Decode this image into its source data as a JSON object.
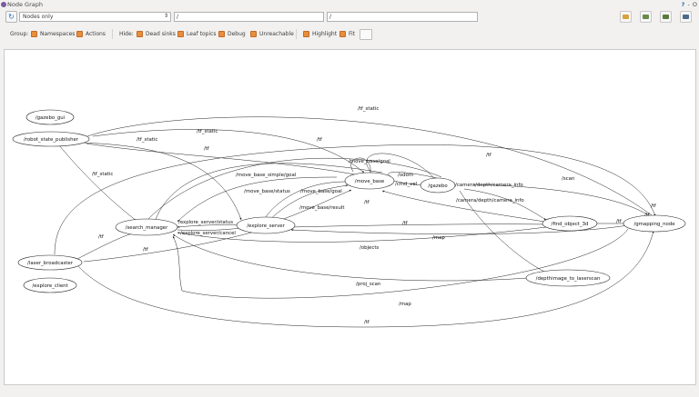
{
  "window": {
    "title": "Node Graph",
    "tb_q": "?",
    "tb_min": "-",
    "tb_close": "O"
  },
  "toolbar": {
    "graph_mode": "Nodes only",
    "ns_filter": "/",
    "topic_filter": "/"
  },
  "options": {
    "group_label": "Group:",
    "namespaces": "Namespaces",
    "actions": "Actions",
    "hide_label": "Hide:",
    "dead_sinks": "Dead sinks",
    "leaf_topics": "Leaf topics",
    "debug": "Debug",
    "unreachable": "Unreachable",
    "highlight": "Highlight",
    "fit": "Fit"
  },
  "colors": {
    "accent": "#e88d3a"
  },
  "graph": {
    "nodes": {
      "gazebo_gui": "/gazebo_gui",
      "robot_state_publisher": "/robot_state_publisher",
      "search_manager": "/search_manager",
      "explore_server": "/explore_server",
      "move_base": "/move_base",
      "gazebo": "/gazebo",
      "find_object_3d": "/find_object_3d",
      "gmapping_node": "/gmapping_node",
      "laser_broadcaster": "/laser_broadcaster",
      "explore_client": "/explore_client",
      "depthimage_to_laserscan": "/depthimage_to_laserscan"
    },
    "labels": {
      "tf_static_top": "/tf_static",
      "tf_static_2": "/tf_static",
      "tf_static_3": "/tf_static",
      "tf_static_4": "/tf_static",
      "tf_1": "/tf",
      "tf_2": "/tf",
      "tf_3": "/tf",
      "tf_4": "/tf",
      "tf_5": "/tf",
      "tf_6": "/tf",
      "tf_7": "/tf",
      "tf_8": "/tf",
      "tf_9": "/tf",
      "mb_goal_top": "/move_base/goal",
      "mb_simple_goal": "/move_base_simple/goal",
      "odom": "/odom",
      "cmd_vel": "/cmd_vel",
      "mb_status": "/move_base/status",
      "mb_goal": "/move_base/goal",
      "mb_result": "/move_base/result",
      "cam_info_1": "/camera/depth/camera_info",
      "cam_info_2": "/camera/depth/camera_info",
      "scan": "/scan",
      "es_status": "/explore_server/status",
      "es_cancel": "/explore_server/cancel",
      "objects": "/objects",
      "map_1": "/map",
      "map_2": "/map",
      "proj_scan": "/proj_scan"
    }
  }
}
